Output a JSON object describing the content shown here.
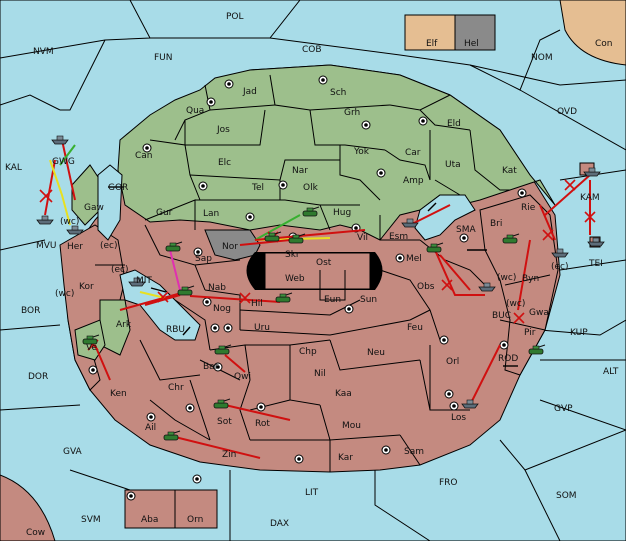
{
  "labels": {
    "sea": [
      "POL",
      "NVM",
      "FUN",
      "COB",
      "NOM",
      "OVD",
      "KAL",
      "MVU",
      "GOR",
      "MIT",
      "RBU",
      "SMA",
      "BUC",
      "ROD",
      "BOR",
      "DOR",
      "GVA",
      "LIT",
      "FRO",
      "SOM",
      "GVP",
      "ALT",
      "KUP",
      "SVM",
      "DAX",
      "TEI",
      "KAM",
      "GWG"
    ],
    "green": [
      "Jad",
      "Sch",
      "Qua",
      "Jos",
      "Grh",
      "Eld",
      "Can",
      "Yok",
      "Car",
      "Elc",
      "Nar",
      "Uta",
      "Kat",
      "Tel",
      "Olk",
      "Amp",
      "Rie",
      "Gur",
      "Lan",
      "Hug",
      "Esm",
      "Gaw"
    ],
    "red": [
      "Nor",
      "Skr",
      "Vil",
      "Sap",
      "Web",
      "Ost",
      "Mel",
      "Bri",
      "Her",
      "Kor",
      "Nab",
      "Hil",
      "Eun",
      "Sun",
      "Obs",
      "Byn",
      "Gwa",
      "Ark",
      "Nog",
      "Uru",
      "Feu",
      "Pir",
      "Chp",
      "Neu",
      "Bar",
      "Qwi",
      "Nil",
      "Orl",
      "Ve",
      "Ken",
      "Chr",
      "Kaa",
      "Los",
      "Ail",
      "Sot",
      "Rot",
      "Mou",
      "Zin",
      "Kar",
      "Sam"
    ],
    "other": [
      "Elf",
      "Hel",
      "Con",
      "Cow",
      "Aba",
      "Orn"
    ],
    "coasts": [
      "(wc)",
      "(ec)",
      "(ec)",
      "(wc)",
      "(wc)",
      "(ec)",
      "(wc)"
    ]
  },
  "colors": {
    "sea": "#a8dce8",
    "green": "#9dbf8c",
    "red": "#c48a80",
    "neutral_land": "#e5be92",
    "grey": "#8a8a8a",
    "order_move": "#d01010",
    "order_support": "#38b030"
  },
  "icons": [
    "army-icon",
    "fleet-icon",
    "supply-center-icon",
    "bounce-x-icon",
    "retreat-arrow-icon"
  ]
}
